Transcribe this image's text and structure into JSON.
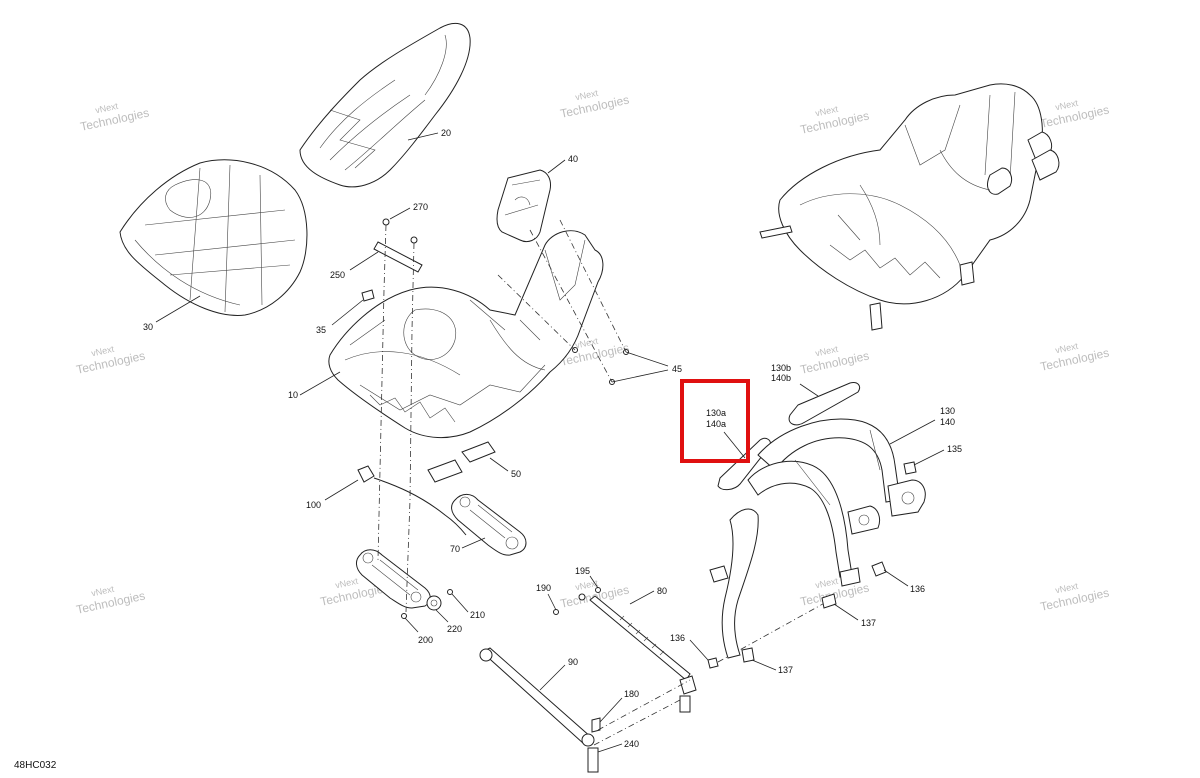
{
  "diagram": {
    "figure_id": "48HC032",
    "watermark_line1": "vNext",
    "watermark_line2": "Technologies",
    "highlight_color": "#e01010",
    "highlighted_callout": "130a 140a",
    "callouts": {
      "c20": "20",
      "c40": "40",
      "c270": "270",
      "c250": "250",
      "c30": "30",
      "c35": "35",
      "c10": "10",
      "c45": "45",
      "c50": "50",
      "c100": "100",
      "c70": "70",
      "c210": "210",
      "c220": "220",
      "c200": "200",
      "c190": "190",
      "c195": "195",
      "c80": "80",
      "c90": "90",
      "c136a": "136",
      "c180": "180",
      "c240": "240",
      "c130b": "130b",
      "c140b": "140b",
      "c130a": "130a",
      "c140a": "140a",
      "c130": "130",
      "c140": "140",
      "c135": "135",
      "c136b": "136",
      "c137a": "137",
      "c137b": "137"
    }
  }
}
